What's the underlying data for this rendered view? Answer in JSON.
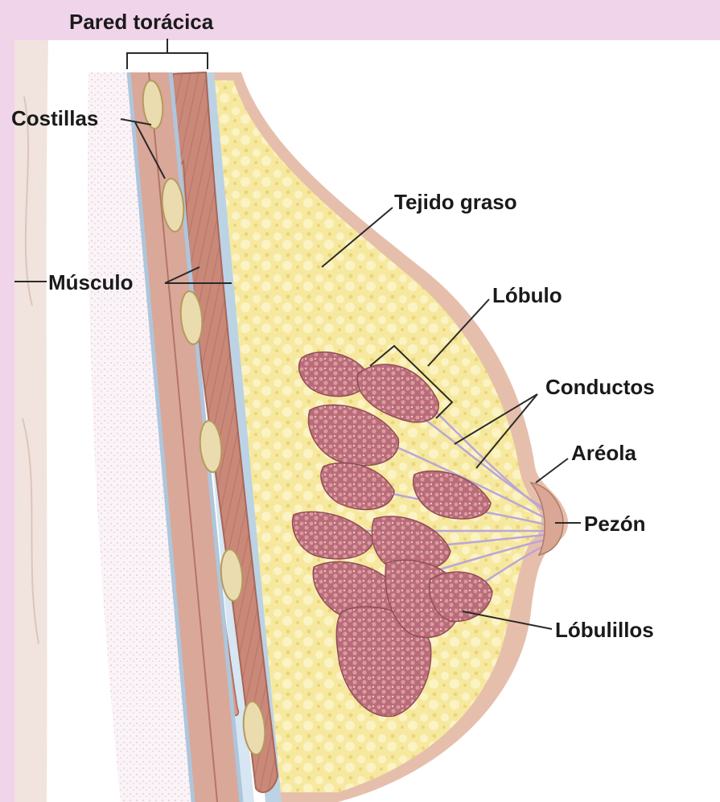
{
  "labels": {
    "chest_wall": "Pared torácica",
    "ribs": "Costillas",
    "muscle": "Músculo",
    "fatty_tissue": "Tejido graso",
    "lobe": "Lóbulo",
    "ducts": "Conductos",
    "areola": "Aréola",
    "nipple": "Pezón",
    "lobules": "Lóbulillos"
  },
  "colors": {
    "background": "#f0d4ea",
    "panel": "#ffffff",
    "skin": "#e8c2ae",
    "fat": "#f5e79a",
    "muscle": "#c98a7a",
    "rib": "#e9dcb0",
    "lobule": "#c07a84",
    "membrane": "#bcd3e6"
  }
}
